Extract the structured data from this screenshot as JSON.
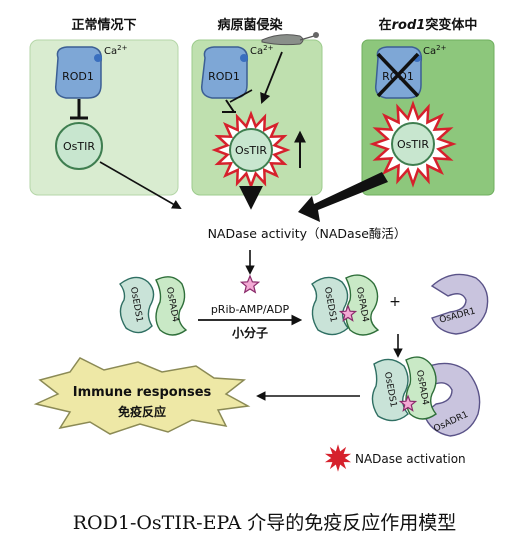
{
  "panels": {
    "normal": {
      "title": "正常情况下"
    },
    "infection": {
      "title": "病原菌侵染"
    },
    "mutant": {
      "title_prefix": "在",
      "title_gene": "rod1",
      "title_suffix": "突变体中"
    }
  },
  "proteins": {
    "rod1": "ROD1",
    "ca": "Ca",
    "ca_sup": "2+",
    "ostir": "OsTIR",
    "oseds1": "OsEDS1",
    "ospad4": "OsPAD4",
    "osadr1": "OsADR1"
  },
  "nadase_activity": "NADase activity（NADase酶活）",
  "reaction": {
    "small_molecules": "pRib-AMP/ADP",
    "small_molecules_cn": "小分子",
    "plus": "+"
  },
  "immune": {
    "en": "Immune responses",
    "cn": "免疫反应"
  },
  "legend": {
    "nadase_activation": "NADase activation"
  },
  "caption": "ROD1-OsTIR-EPA 介导的免疫反应作用模型",
  "colors": {
    "panel_green": "#d2e8c7",
    "panel_green_dark": "#8dc77c",
    "rod1_blue": "#7ea7d6",
    "tir_green": "#c8e6cf",
    "star_red": "#d6212c",
    "pink": "#f3a9d4",
    "adr1_purple": "#c9c4de"
  }
}
